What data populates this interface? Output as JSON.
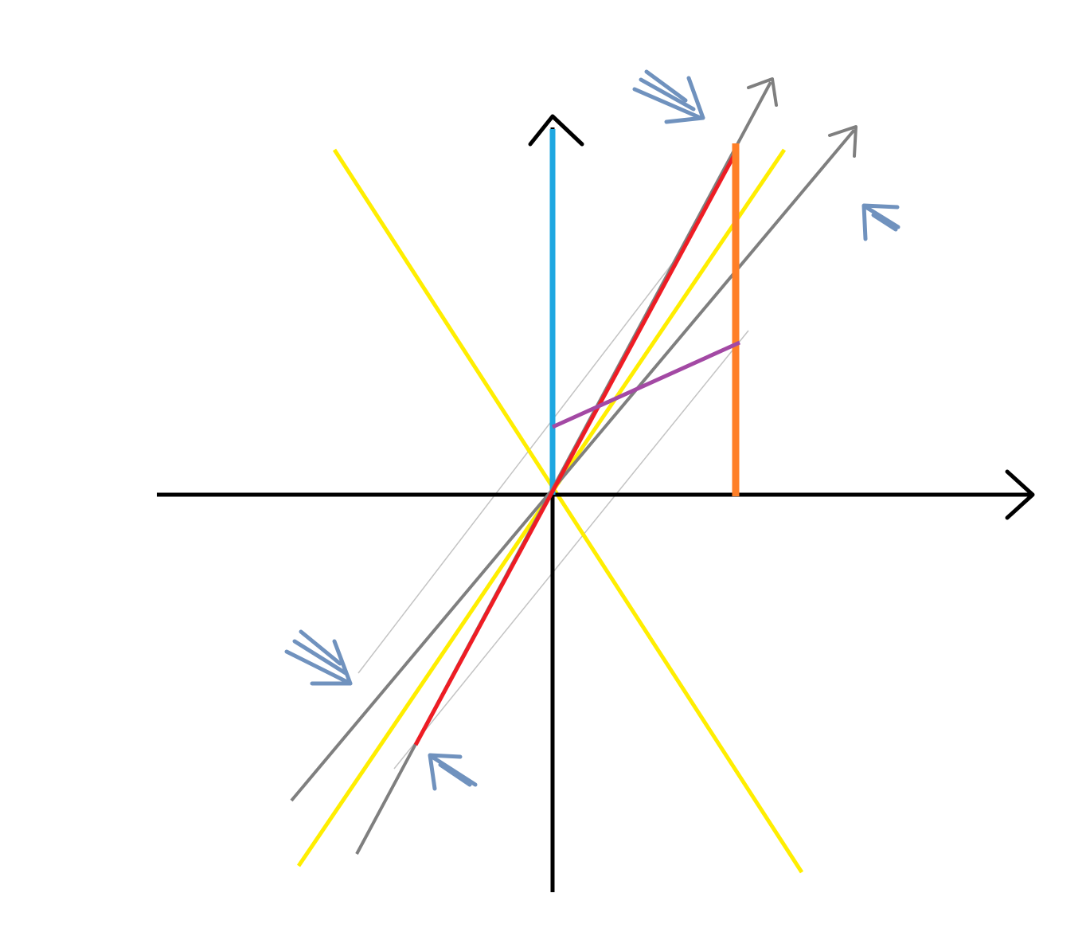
{
  "colors": {
    "background": "#ffffff",
    "axis": "#000000",
    "light_cone": "#ffee00",
    "time_axis": "#1ea7e1",
    "worldline_red": "#ee1c24",
    "worldline_gray": "#7f7f7f",
    "orange_line": "#ff7f27",
    "purple_line": "#a349a4",
    "guide_line": "#c3c3c3",
    "arrow_marks": "#7092be"
  },
  "icons": {
    "triple_arrow_mark": "triple-chevron-arrow",
    "double_arrow_mark": "double-chevron-arrow",
    "axis_arrowhead": "chevron-arrowhead"
  }
}
